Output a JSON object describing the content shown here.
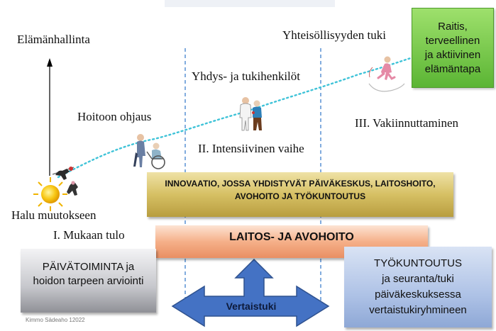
{
  "labels": {
    "y_axis": "Elämänhallinta",
    "yhteisollisyys": "Yhteisöllisyyden tuki",
    "yhdys": "Yhdys- ja tukihenkilöt",
    "hoitoon": "Hoitoon ohjaus",
    "intensiivinen": "II. Intensiivinen vaihe",
    "vakiinnuttaminen": "III. Vakiinnuttaminen",
    "halu": "Halu muutokseen",
    "mukaan": "I. Mukaan tulo"
  },
  "boxes": {
    "raitis": {
      "lines": [
        "Raitis,",
        "terveellinen",
        "ja aktiivinen",
        "elämäntapa"
      ],
      "color": "#7ccf47"
    },
    "innovaatio": {
      "lines": [
        "INNOVAATIO, JOSSA YHDISTYVÄT PÄIVÄKESKUS, LAITOSHOITO,",
        "AVOHOITO JA TYÖKUNTOUTUS"
      ],
      "color": "#d8c56a"
    },
    "laitos": {
      "text": "LAITOS- JA AVOHOITO",
      "color": "#f7b894"
    },
    "paivatoiminta": {
      "lines": [
        "PÄIVÄTOIMINTA ja",
        "hoidon tarpeen arviointi"
      ],
      "color": "#c7c9cf"
    },
    "tyokuntoutus": {
      "lines": [
        "TYÖKUNTOUTUS",
        "ja seuranta/tuki",
        "päiväkeskuksessa",
        "vertaistukiryhmineen"
      ],
      "color": "#b3c6e7"
    }
  },
  "arrow": {
    "label": "Vertaistuki",
    "color": "#4472c4"
  },
  "credit": "Kimmo Sädeaho 12022",
  "icons": [
    "sun-icon",
    "climbers-icon",
    "wheelchair-icon",
    "doctor-icon",
    "runner-icon"
  ]
}
